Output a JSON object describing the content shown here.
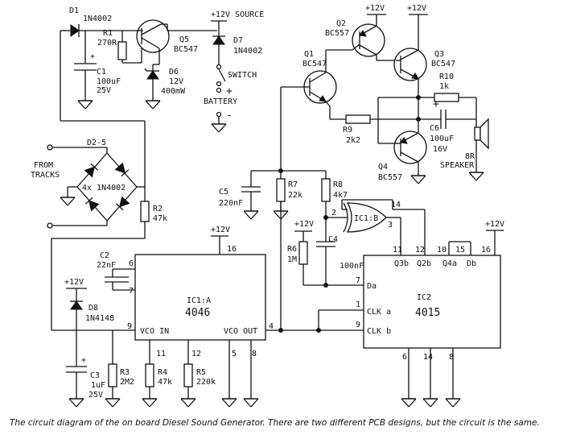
{
  "caption": "The circuit diagram of the on board Diesel Sound Generator. There are two different PCB designs, but the circuit is the same.",
  "components": {
    "d1": {
      "ref": "D1",
      "value": "1N4002"
    },
    "r1": {
      "ref": "R1",
      "value": "270R"
    },
    "q5": {
      "ref": "Q5",
      "value": "BC547"
    },
    "c1": {
      "ref": "C1",
      "value": "100uF",
      "rating": "25V",
      "polarity": "+"
    },
    "d6": {
      "ref": "D6",
      "value": "12V",
      "rating": "400mW"
    },
    "d7": {
      "ref": "D7",
      "value": "1N4002"
    },
    "d25": {
      "ref": "D2-5",
      "value": "4x 1N4002"
    },
    "r2": {
      "ref": "R2",
      "value": "47k"
    },
    "c2": {
      "ref": "C2",
      "value": "22nF"
    },
    "d8": {
      "ref": "D8",
      "value": "1N4148"
    },
    "c3": {
      "ref": "C3",
      "value": "1uF",
      "rating": "25V",
      "polarity": "+"
    },
    "r3": {
      "ref": "R3",
      "value": "2M2"
    },
    "r4": {
      "ref": "R4",
      "value": "47k"
    },
    "r5": {
      "ref": "R5",
      "value": "220k"
    },
    "c5": {
      "ref": "C5",
      "value": "220nF"
    },
    "r7": {
      "ref": "R7",
      "value": "22k"
    },
    "r8": {
      "ref": "R8",
      "value": "4k7"
    },
    "r6": {
      "ref": "R6",
      "value": "1M"
    },
    "c4": {
      "ref": "C4",
      "value": "100nF"
    },
    "q1": {
      "ref": "Q1",
      "value": "BC547"
    },
    "q2": {
      "ref": "Q2",
      "value": "BC557"
    },
    "q3": {
      "ref": "Q3",
      "value": "BC547"
    },
    "q4": {
      "ref": "Q4",
      "value": "BC557"
    },
    "r9": {
      "ref": "R9",
      "value": "2k2"
    },
    "r10": {
      "ref": "R10",
      "value": "1k"
    },
    "c6": {
      "ref": "C6",
      "value": "100uF",
      "rating": "16V",
      "polarity": "+"
    },
    "speaker": {
      "value": "8R",
      "label": "SPEAKER"
    },
    "gate": {
      "label": "IC1:B"
    }
  },
  "labels": {
    "v12": "+12V",
    "v12_source": "+12V SOURCE",
    "switch": "SWITCH",
    "battery": "BATTERY",
    "plus": "+",
    "minus": "-",
    "from_tracks": [
      "FROM",
      "TRACKS"
    ]
  },
  "ic1a": {
    "name": "IC1:A",
    "part": "4046",
    "pin_vco_in": "VCO IN",
    "pin_vco_out": "VCO OUT",
    "pins": {
      "p4": "4",
      "p5": "5",
      "p6": "6",
      "p7": "7",
      "p8": "8",
      "p9": "9",
      "p11": "11",
      "p12": "12",
      "p16": "16"
    }
  },
  "ic2": {
    "name": "IC2",
    "part": "4015",
    "pin_da": "Da",
    "pin_clka": "CLK a",
    "pin_clkb": "CLK b",
    "pin_q3b": "Q3b",
    "pin_q2b": "Q2b",
    "pin_q4a": "Q4a",
    "pin_db": "Db",
    "pins": {
      "p1": "1",
      "p2": "2",
      "p3": "3",
      "p6": "6",
      "p7": "7",
      "p8": "8",
      "p9": "9",
      "p10": "10",
      "p11": "11",
      "p12": "12",
      "p14": "14",
      "p15": "15",
      "p16": "16"
    }
  }
}
